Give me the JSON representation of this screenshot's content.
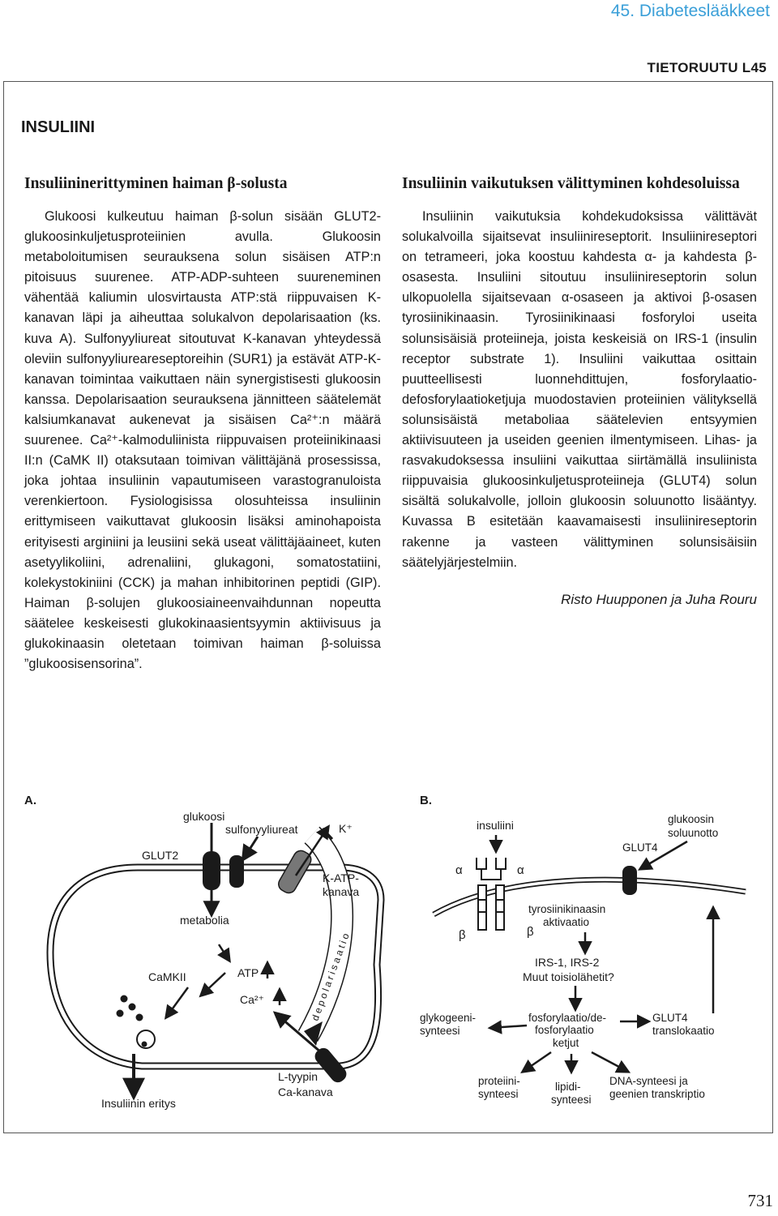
{
  "header": {
    "chapter": "45. Diabeteslääkkeet",
    "box_label": "TIETORUUTU L45"
  },
  "box": {
    "title": "INSULIINI"
  },
  "left_column": {
    "heading": "Insuliininerittyminen haiman β-solusta",
    "paragraph": "Glukoosi kulkeutuu haiman β-solun sisään GLUT2-glukoosinkuljetusproteiinien avulla. Glukoosin metaboloitumisen seurauksena solun sisäisen ATP:n pitoisuus suurenee. ATP-ADP-suhteen suureneminen vähentää kaliumin ulosvirtausta ATP:stä riippuvaisen K-kanavan läpi ja aiheuttaa solukalvon depolarisaation (ks. kuva A). Sulfonyyliureat sitoutuvat K-kanavan yhteydessä oleviin sulfonyyliureareseptoreihin (SUR1) ja estävät ATP-K-kanavan toimintaa vaikuttaen näin synergistisesti glukoosin kanssa. Depolarisaation seurauksena jännitteen säätelemät kalsiumkanavat aukenevat ja sisäisen Ca²⁺:n määrä suurenee. Ca²⁺-kalmoduliinista riippuvaisen proteiinikinaasi II:n (CaMK II) otaksutaan toimivan välittäjänä prosessissa, joka johtaa insuliinin vapautumiseen varastogranuloista verenkiertoon. Fysiologisissa olosuhteissa insuliinin erittymiseen vaikuttavat glukoosin lisäksi aminohapoista erityisesti arginiini ja leusiini sekä useat välittäjäaineet, kuten asetyylikoliini, adrenaliini, glukagoni, somatostatiini, kolekystokiniini (CCK) ja mahan inhibitorinen peptidi (GIP). Haiman β-solujen glukoosiaineenvaihdunnan nopeutta säätelee keskeisesti glukokinaasientsyymin aktiivisuus ja glukokinaasin oletetaan toimivan haiman β-soluissa ”glukoosisensorina”."
  },
  "right_column": {
    "heading": "Insuliinin vaikutuksen välittyminen kohdesoluissa",
    "paragraph": "Insuliinin vaikutuksia kohdekudoksissa välittävät solukalvoilla sijaitsevat insuliinireseptorit. Insuliinireseptori on tetrameeri, joka koostuu kahdesta α- ja kahdesta β-osasesta. Insuliini sitoutuu insuliinireseptorin solun ulkopuolella sijaitsevaan α-osaseen ja aktivoi β-osasen tyrosiinikinaasin. Tyrosiinikinaasi fosforyloi useita solunsisäisiä proteiineja, joista keskeisiä on IRS-1 (insulin receptor substrate 1). Insuliini vaikuttaa osittain puutteellisesti luonnehdittujen, fosforylaatio-defosforylaatioketjuja muodostavien proteiinien välityksellä solunsisäistä metaboliaa säätelevien entsyymien aktiivisuuteen ja useiden geenien ilmentymiseen. Lihas- ja rasvakudoksessa insuliini vaikuttaa siirtämällä insuliinista riippuvaisia glukoosinkuljetusproteiineja (GLUT4) solun sisältä solukalvolle, jolloin glukoosin soluunotto lisääntyy. Kuvassa B esitetään kaavamaisesti insuliinireseptorin rakenne ja vasteen välittyminen solunsisäisiin säätelyjärjestelmiin.",
    "authors": "Risto Huupponen ja Juha Rouru"
  },
  "figure_a": {
    "panel_label": "A.",
    "labels": {
      "glukoosi": "glukoosi",
      "sulfonyyliureat": "sulfonyyliureat",
      "k_plus": "K⁺",
      "glut2": "GLUT2",
      "k_atp": "K-ATP-",
      "kanava": "kanava",
      "metabolia": "metabolia",
      "camkii": "CaMKII",
      "atp": "ATP",
      "ca2": "Ca²⁺",
      "depolarisaatio": "depolarisaatio",
      "l_tyypin": "L-tyypin",
      "ca_kanava": "Ca-kanava",
      "insuliinin_eritys": "Insuliinin eritys"
    }
  },
  "figure_b": {
    "panel_label": "B.",
    "labels": {
      "insuliini": "insuliini",
      "glukoosin": "glukoosin",
      "soluunotto": "soluunotto",
      "alpha": "α",
      "glut4": "GLUT4",
      "beta": "β",
      "tyrosiinikinaasin": "tyrosiinikinaasin",
      "aktivaatio": "aktivaatio",
      "irs": "IRS-1, IRS-2",
      "muut": "Muut toisiolähetit?",
      "glykogeeni": "glykogeeni-",
      "synteesi": "synteesi",
      "fosforylaatio": "fosforylaatio/de-",
      "fosforylaatio2": "fosforylaatio",
      "ketjut": "ketjut",
      "glut4_translokaatio_a": "GLUT4",
      "translokaatio": "translokaatio",
      "proteiini": "proteiini-",
      "synteesi2": "synteesi",
      "lipidi": "lipidi-",
      "synteesi3": "synteesi",
      "dna": "DNA-synteesi ja",
      "geenien": "geenien transkriptio"
    }
  },
  "page_number": "731"
}
